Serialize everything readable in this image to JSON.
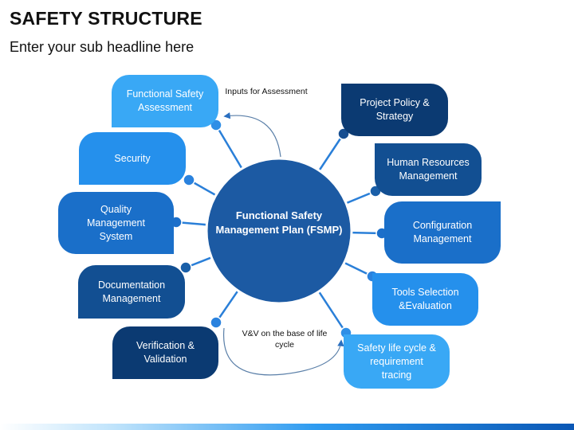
{
  "header": {
    "title": "SAFETY STRUCTURE",
    "subtitle": "Enter your sub headline here"
  },
  "center": {
    "label": "Functional Safety Management Plan (FSMP)"
  },
  "left_nodes": [
    {
      "label": "Functional Safety Assessment",
      "color": "#39a8f5"
    },
    {
      "label": "Security",
      "color": "#2590ec"
    },
    {
      "label": "Quality Management System",
      "color": "#1a6fc9"
    },
    {
      "label": "Documentation Management",
      "color": "#124f92"
    },
    {
      "label": "Verification & Validation",
      "color": "#0b3a72"
    }
  ],
  "right_nodes": [
    {
      "label": "Project Policy & Strategy",
      "color": "#0b3a72"
    },
    {
      "label": "Human Resources Management",
      "color": "#124f92"
    },
    {
      "label": "Configuration Management",
      "color": "#1a6fc9"
    },
    {
      "label": "Tools Selection &Evaluation",
      "color": "#2590ec"
    },
    {
      "label": "Safety life cycle & requirement tracing",
      "color": "#39a8f5"
    }
  ],
  "annotations": {
    "inputs": "Inputs for Assessment",
    "vv": "V&V on the base of life cycle"
  },
  "colors": {
    "center": "#1c5aa3",
    "connector": "#2a7fd8"
  }
}
